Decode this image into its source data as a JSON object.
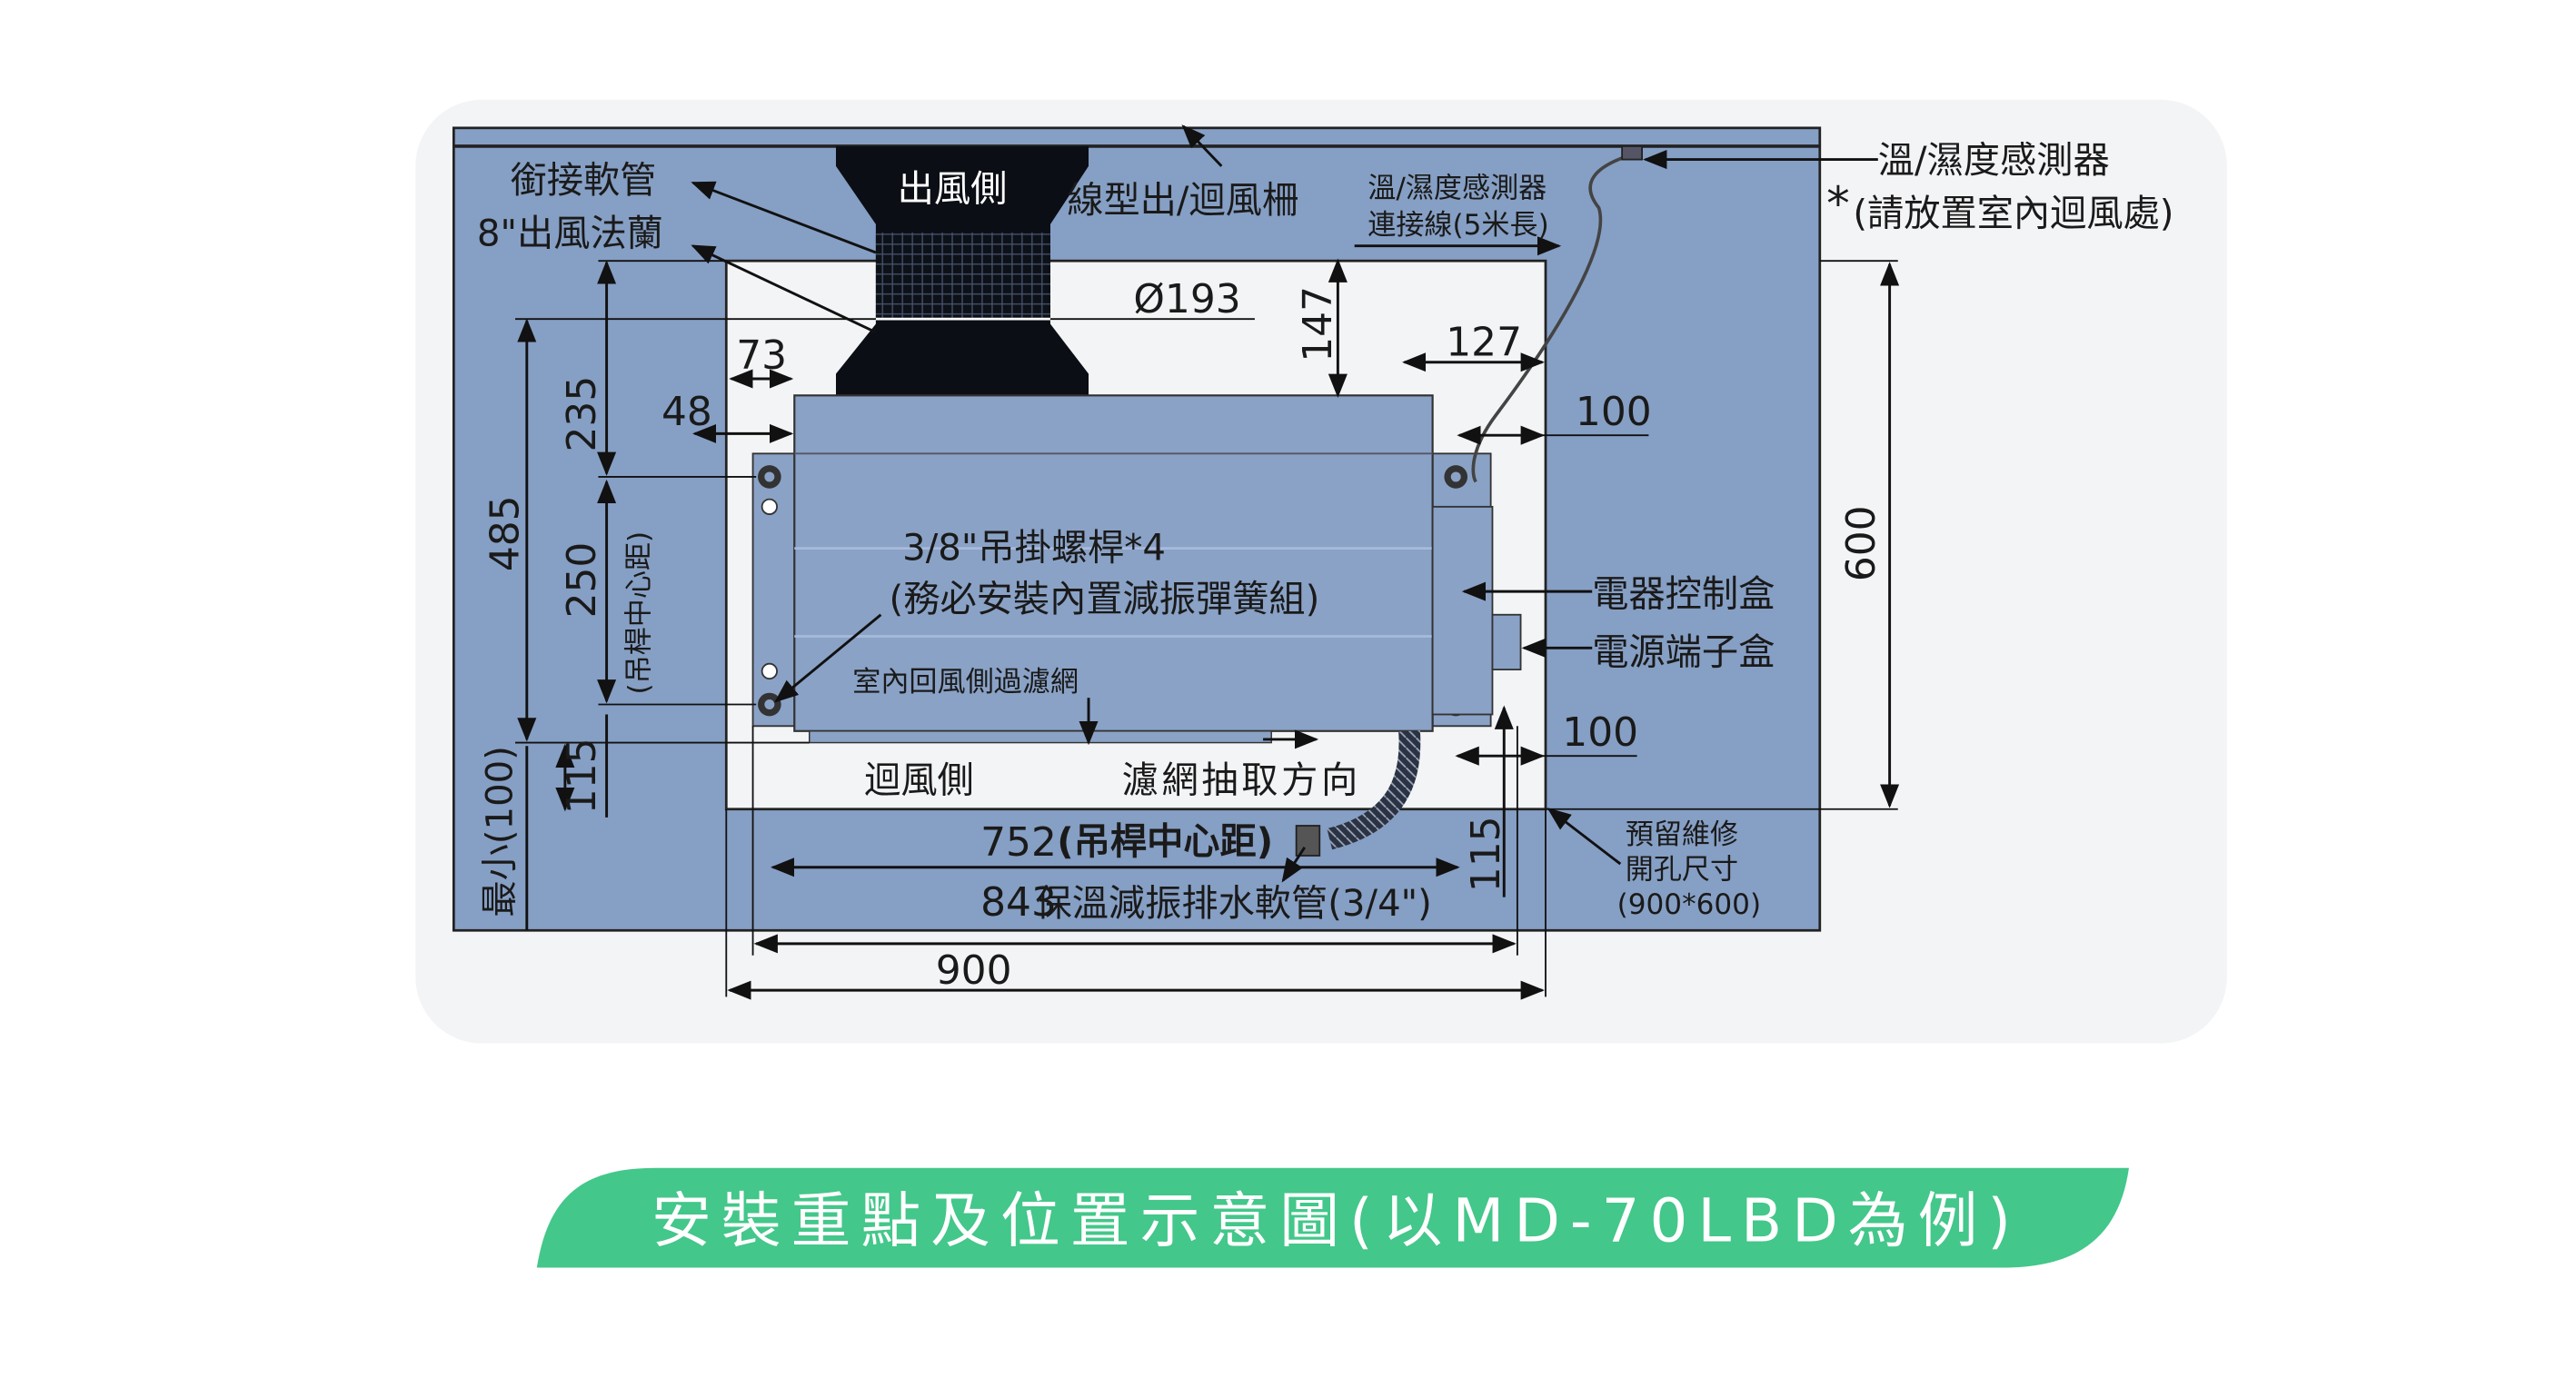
{
  "labels": {
    "flex_duct": "銜接軟管",
    "outlet_flange": "8\"出風法蘭",
    "outlet_side": "出風側",
    "linear_grille": "線型出/迴風柵",
    "sensor_cable_1": "溫/濕度感測器",
    "sensor_cable_2": "連接線(5米長)",
    "sensor_1": "溫/濕度感測器",
    "sensor_2": "(請放置室內迴風處)",
    "sensor_star": "*",
    "hanger_1": "3/8\"吊掛螺桿*4",
    "hanger_2": "(務必安裝內置減振彈簧組)",
    "filter": "室內回風側過濾網",
    "return_side": "迴風側",
    "filter_direction": "濾網抽取方向",
    "control_box": "電器控制盒",
    "terminal_box": "電源端子盒",
    "hanger_center_vertical": "(吊桿中心距)",
    "min_label": "最小(100)",
    "drain_hose": "保溫減振排水軟管(3/4\")",
    "opening_1": "預留維修",
    "opening_2": "開孔尺寸",
    "opening_3": "(900*600)"
  },
  "dimensions": {
    "diameter": "Ø193",
    "d147": "147",
    "d127": "127",
    "d100_top": "100",
    "d100_bottom": "100",
    "d73": "73",
    "d48": "48",
    "d235": "235",
    "d485": "485",
    "d250": "250",
    "d115_left": "115",
    "d115_right": "115",
    "d600": "600",
    "d752": "752",
    "d752_note": "(吊桿中心距)",
    "d843": "843",
    "d900": "900"
  },
  "banner": {
    "title": "安裝重點及位置示意圖(以MD-70LBD為例)"
  },
  "colors": {
    "ceiling": "#869fc4",
    "unit": "#8aa2c6",
    "panel": "#f3f4f6",
    "banner": "#43c78a"
  }
}
